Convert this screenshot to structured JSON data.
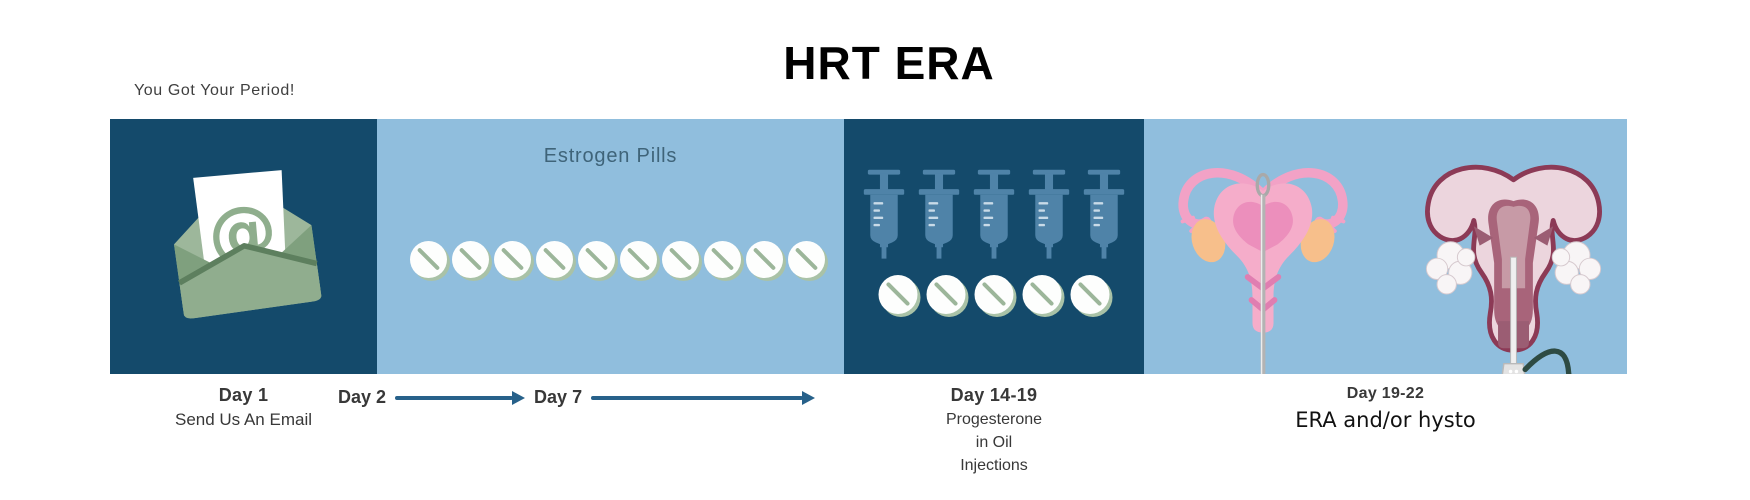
{
  "title": "HRT ERA",
  "intro_label": "You Got Your Period!",
  "icons": {
    "at_symbol": "@"
  },
  "colors": {
    "dark_blue": "#144a6b",
    "light_blue": "#90bedd",
    "arrow_blue": "#27618a",
    "estrogen_text": "#3f6479",
    "caption_text": "#383838",
    "era_text": "#111111",
    "envelope_green": "#90ad8e",
    "pill_line_green": "#9cb69a",
    "pill_shadow_green": "#a9c2a7",
    "syringe_blue": "#4f83a8",
    "uterus_pink": "#f5adca",
    "ovary_orange": "#f7bf8b",
    "hysto_outline": "#8c3a56",
    "cable_green": "#2e4b43"
  },
  "timeline": {
    "segments": [
      {
        "name": "email",
        "day": "Day 1",
        "caption": "Send Us An Email"
      },
      {
        "name": "estrogen",
        "heading": "Estrogen Pills",
        "pill_count": 10,
        "range_start": "Day 2",
        "range_end": "Day 7"
      },
      {
        "name": "progesterone",
        "day": "Day 14-19",
        "caption_lines": [
          "Progesterone",
          "in Oil",
          "Injections"
        ],
        "syringe_count": 5,
        "pill_count": 5
      },
      {
        "name": "era",
        "day": "Day 19-22",
        "caption": "ERA and/or hysto"
      }
    ]
  }
}
